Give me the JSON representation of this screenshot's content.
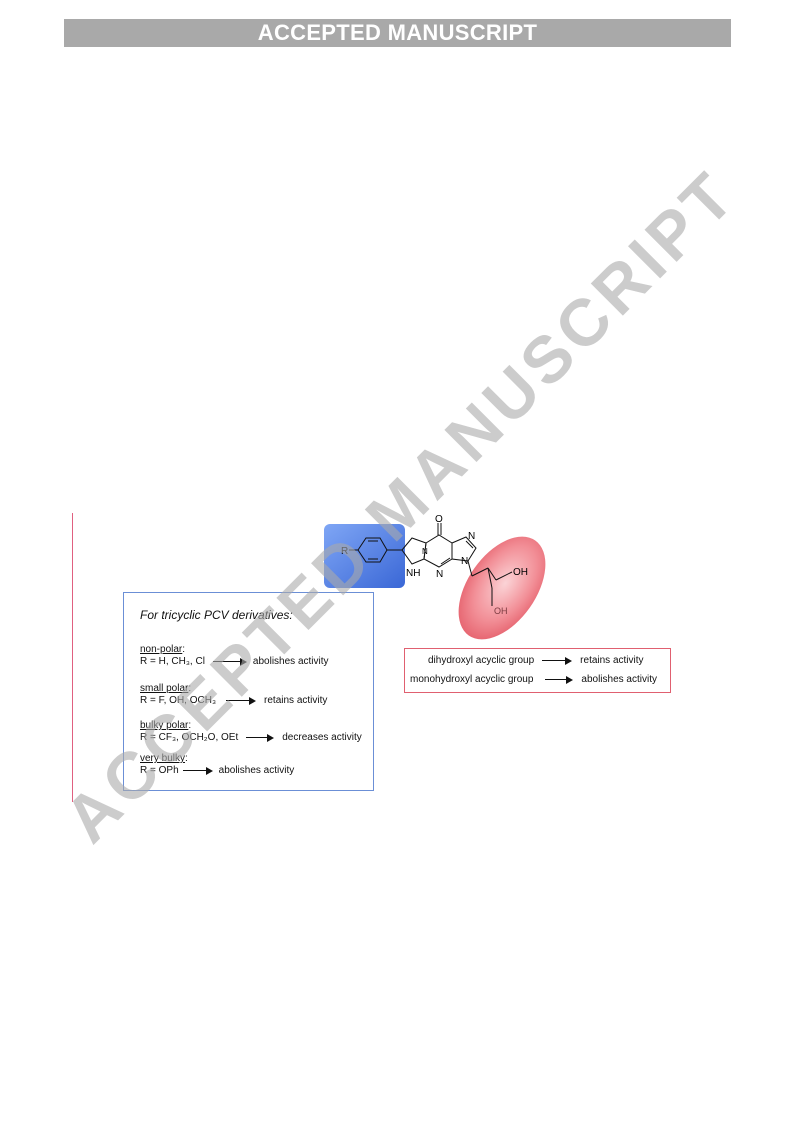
{
  "banner": {
    "text": "ACCEPTED MANUSCRIPT"
  },
  "watermark": {
    "text": "ACCEPTED MANUSCRIPT"
  },
  "molecule": {
    "r_label": "R",
    "o_label": "O",
    "n_top_right": "N",
    "n_ring": "N",
    "nh_label": "NH",
    "n_bottom": "N",
    "n_sugar": "N",
    "oh_upper": "OH",
    "oh_lower": "OH"
  },
  "sar": {
    "title": "For tricyclic PCV derivatives:",
    "groups": [
      {
        "heading": "non-polar",
        "suffix": ":",
        "substituents": "R = H, CH₃, Cl",
        "effect": "abolishes activity"
      },
      {
        "heading": "small polar",
        "suffix": ":",
        "substituents": "R = F, OH, OCH₃",
        "effect": "retains activity"
      },
      {
        "heading": "bulky polar",
        "suffix": ":",
        "substituents": "R = CF₃, OCH₂O, OEt",
        "effect": "decreases activity"
      },
      {
        "heading": "very bulky",
        "suffix": ":",
        "substituents": "R = OPh",
        "effect": "abolishes activity"
      }
    ]
  },
  "acyclic": {
    "rows": [
      {
        "group": "dihydroxyl acyclic group",
        "effect": "retains activity"
      },
      {
        "group": "monohydroxyl acyclic group",
        "effect": "abolishes activity"
      }
    ]
  },
  "colors": {
    "aryl_highlight": "#4f7fe6",
    "sugar_highlight": "#f08088",
    "banner": "#a9a9a9"
  }
}
